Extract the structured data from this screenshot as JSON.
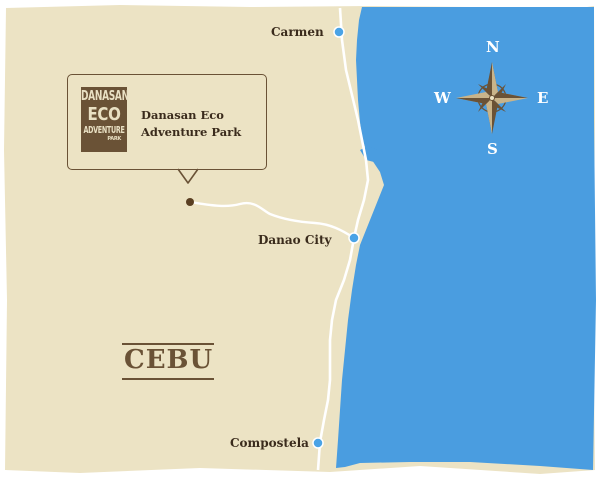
{
  "map": {
    "region_label": "CEBU",
    "land_color": "#ece3c4",
    "sea_color": "#4a9de0",
    "road_color": "#ffffff",
    "ink_color": "#6a5236",
    "town_dot_color": "#4aa3e6"
  },
  "towns": [
    {
      "name": "Carmen"
    },
    {
      "name": "Danao City"
    },
    {
      "name": "Compostela"
    }
  ],
  "poi": {
    "name_line1": "Danasan Eco",
    "name_line2": "Adventure Park",
    "logo_icon": "danasan-logo-icon",
    "logo_lines": [
      "DANASAN",
      "ECO",
      "ADVENTURE",
      "PARK"
    ]
  },
  "compass": {
    "north": "N",
    "south": "S",
    "east": "E",
    "west": "W"
  }
}
